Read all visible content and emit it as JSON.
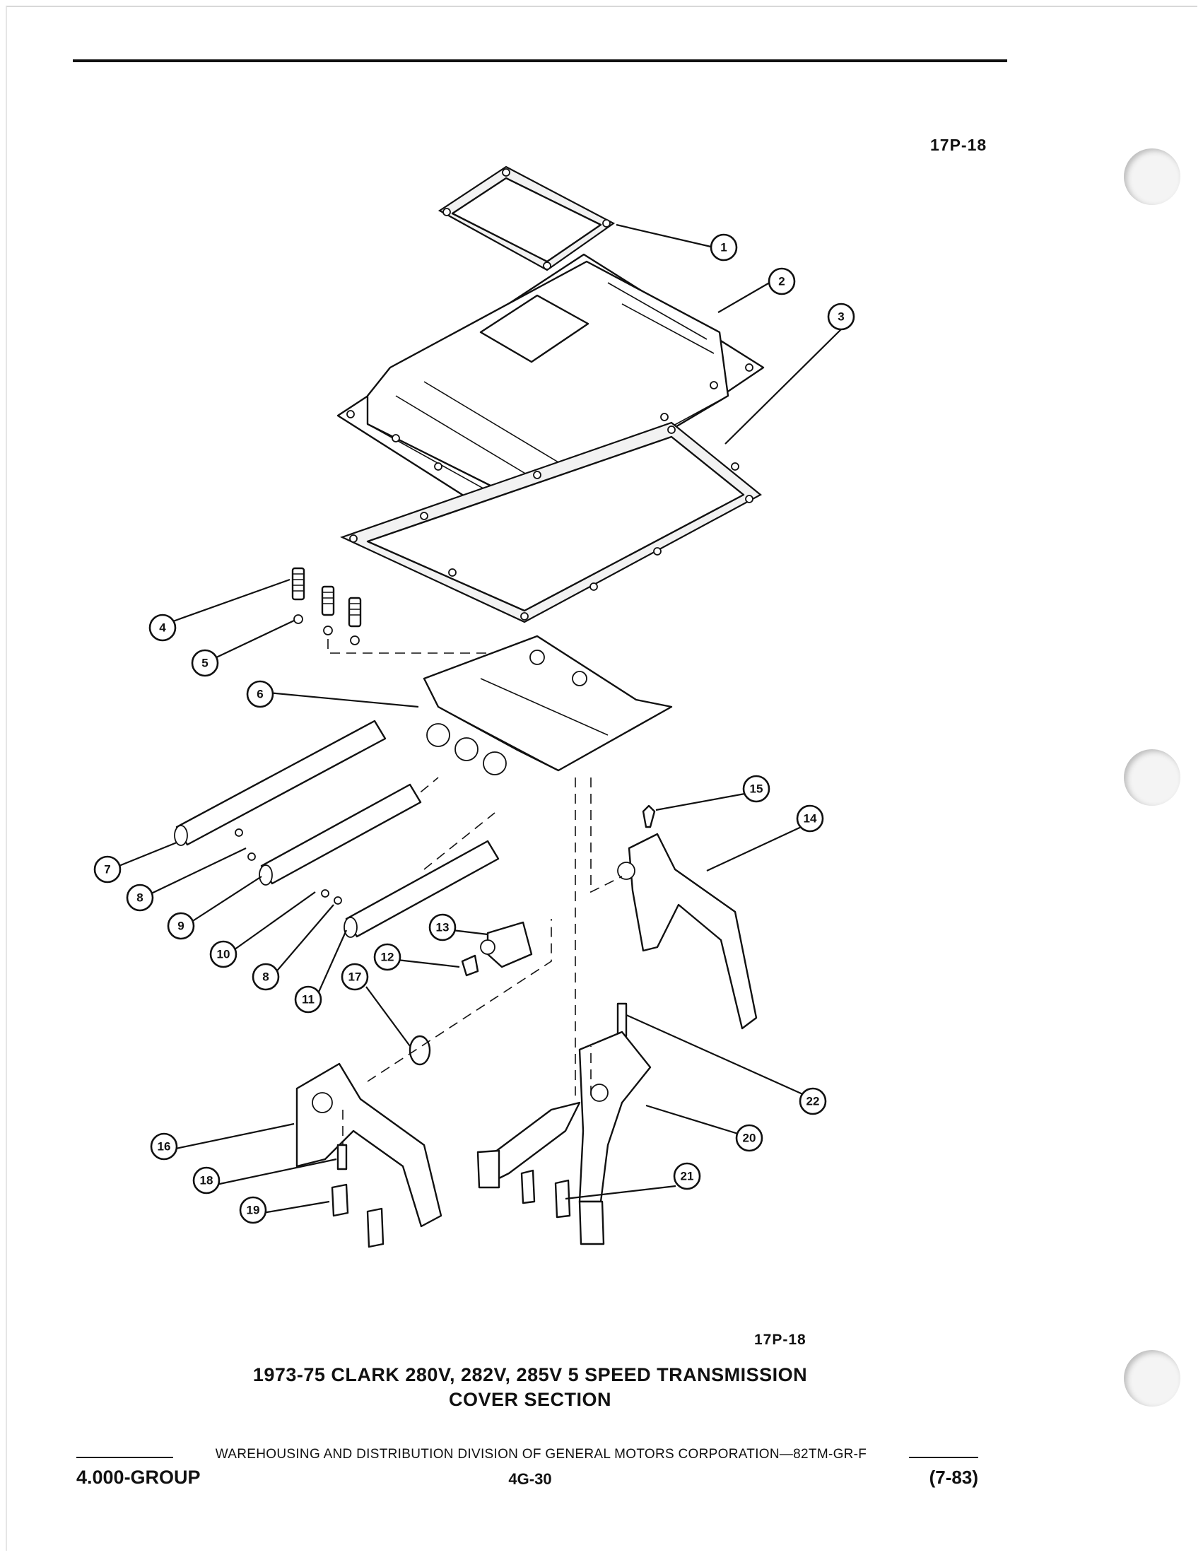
{
  "figure_code_top": "17P-18",
  "figure_code_bottom": "17P-18",
  "title_line_1": "1973-75 CLARK 280V, 282V, 285V 5 SPEED TRANSMISSION",
  "title_line_2": "COVER SECTION",
  "footer_publisher": "WAREHOUSING AND DISTRIBUTION  DIVISION OF GENERAL MOTORS CORPORATION—82TM-GR-F",
  "footer_group": "4.000-GROUP",
  "footer_page": "4G-30",
  "footer_date": "(7-83)",
  "callouts": [
    "1",
    "2",
    "3",
    "4",
    "5",
    "6",
    "7",
    "8",
    "9",
    "10",
    "8",
    "11",
    "12",
    "13",
    "14",
    "15",
    "16",
    "17",
    "18",
    "19",
    "20",
    "21",
    "22"
  ]
}
